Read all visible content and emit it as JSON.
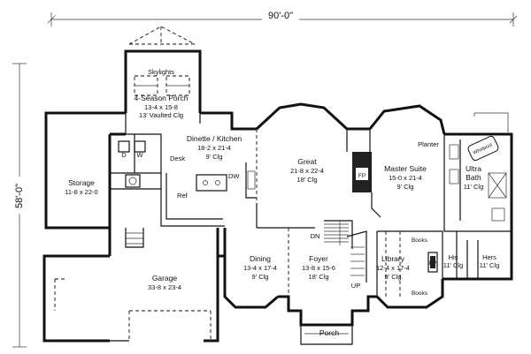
{
  "dimensions": {
    "width_label": "90'-0\"",
    "depth_label": "58'-0\""
  },
  "rooms": {
    "skylights": "Skylights",
    "porch4": {
      "name": "4-Season Porch",
      "size": "13-4 x 15-8",
      "note": "13' Vaulted Clg"
    },
    "dinette": {
      "name": "Dinette / Kitchen",
      "size": "18-2 x 21-4",
      "note": "9' Clg"
    },
    "storage": {
      "name": "Storage",
      "size": "11-8 x 22-0"
    },
    "great": {
      "name": "Great",
      "size": "21-8 x 22-4",
      "note": "18' Clg"
    },
    "master": {
      "name": "Master Suite",
      "size": "15-0 x 21-4",
      "note": "9' Clg"
    },
    "bath": {
      "name1": "Ultra",
      "name2": "Bath",
      "note": "11' Clg"
    },
    "dining": {
      "name": "Dining",
      "size": "13-4 x 17-4",
      "note": "9' Clg"
    },
    "foyer": {
      "name": "Foyer",
      "size": "13-8 x 15-6",
      "note": "18' Clg"
    },
    "library": {
      "name": "Library",
      "size": "12-4 x 17-4",
      "note": "9' Clg"
    },
    "garage": {
      "name": "Garage",
      "size": "33-8 x 23-4"
    },
    "porch": {
      "name": "Porch"
    },
    "his": {
      "name": "His",
      "note": "11' Clg"
    },
    "hers": {
      "name": "Hers",
      "note": "11' Clg"
    }
  },
  "fixtures": {
    "d": "D",
    "w": "W",
    "desk": "Desk",
    "ref": "Ref",
    "dw": "DW",
    "fp1": "FP",
    "fp2": "FP",
    "planter": "Planter",
    "whirlpool": "Whirlpool",
    "books1": "Books",
    "books2": "Books",
    "dn": "DN",
    "up": "UP"
  }
}
